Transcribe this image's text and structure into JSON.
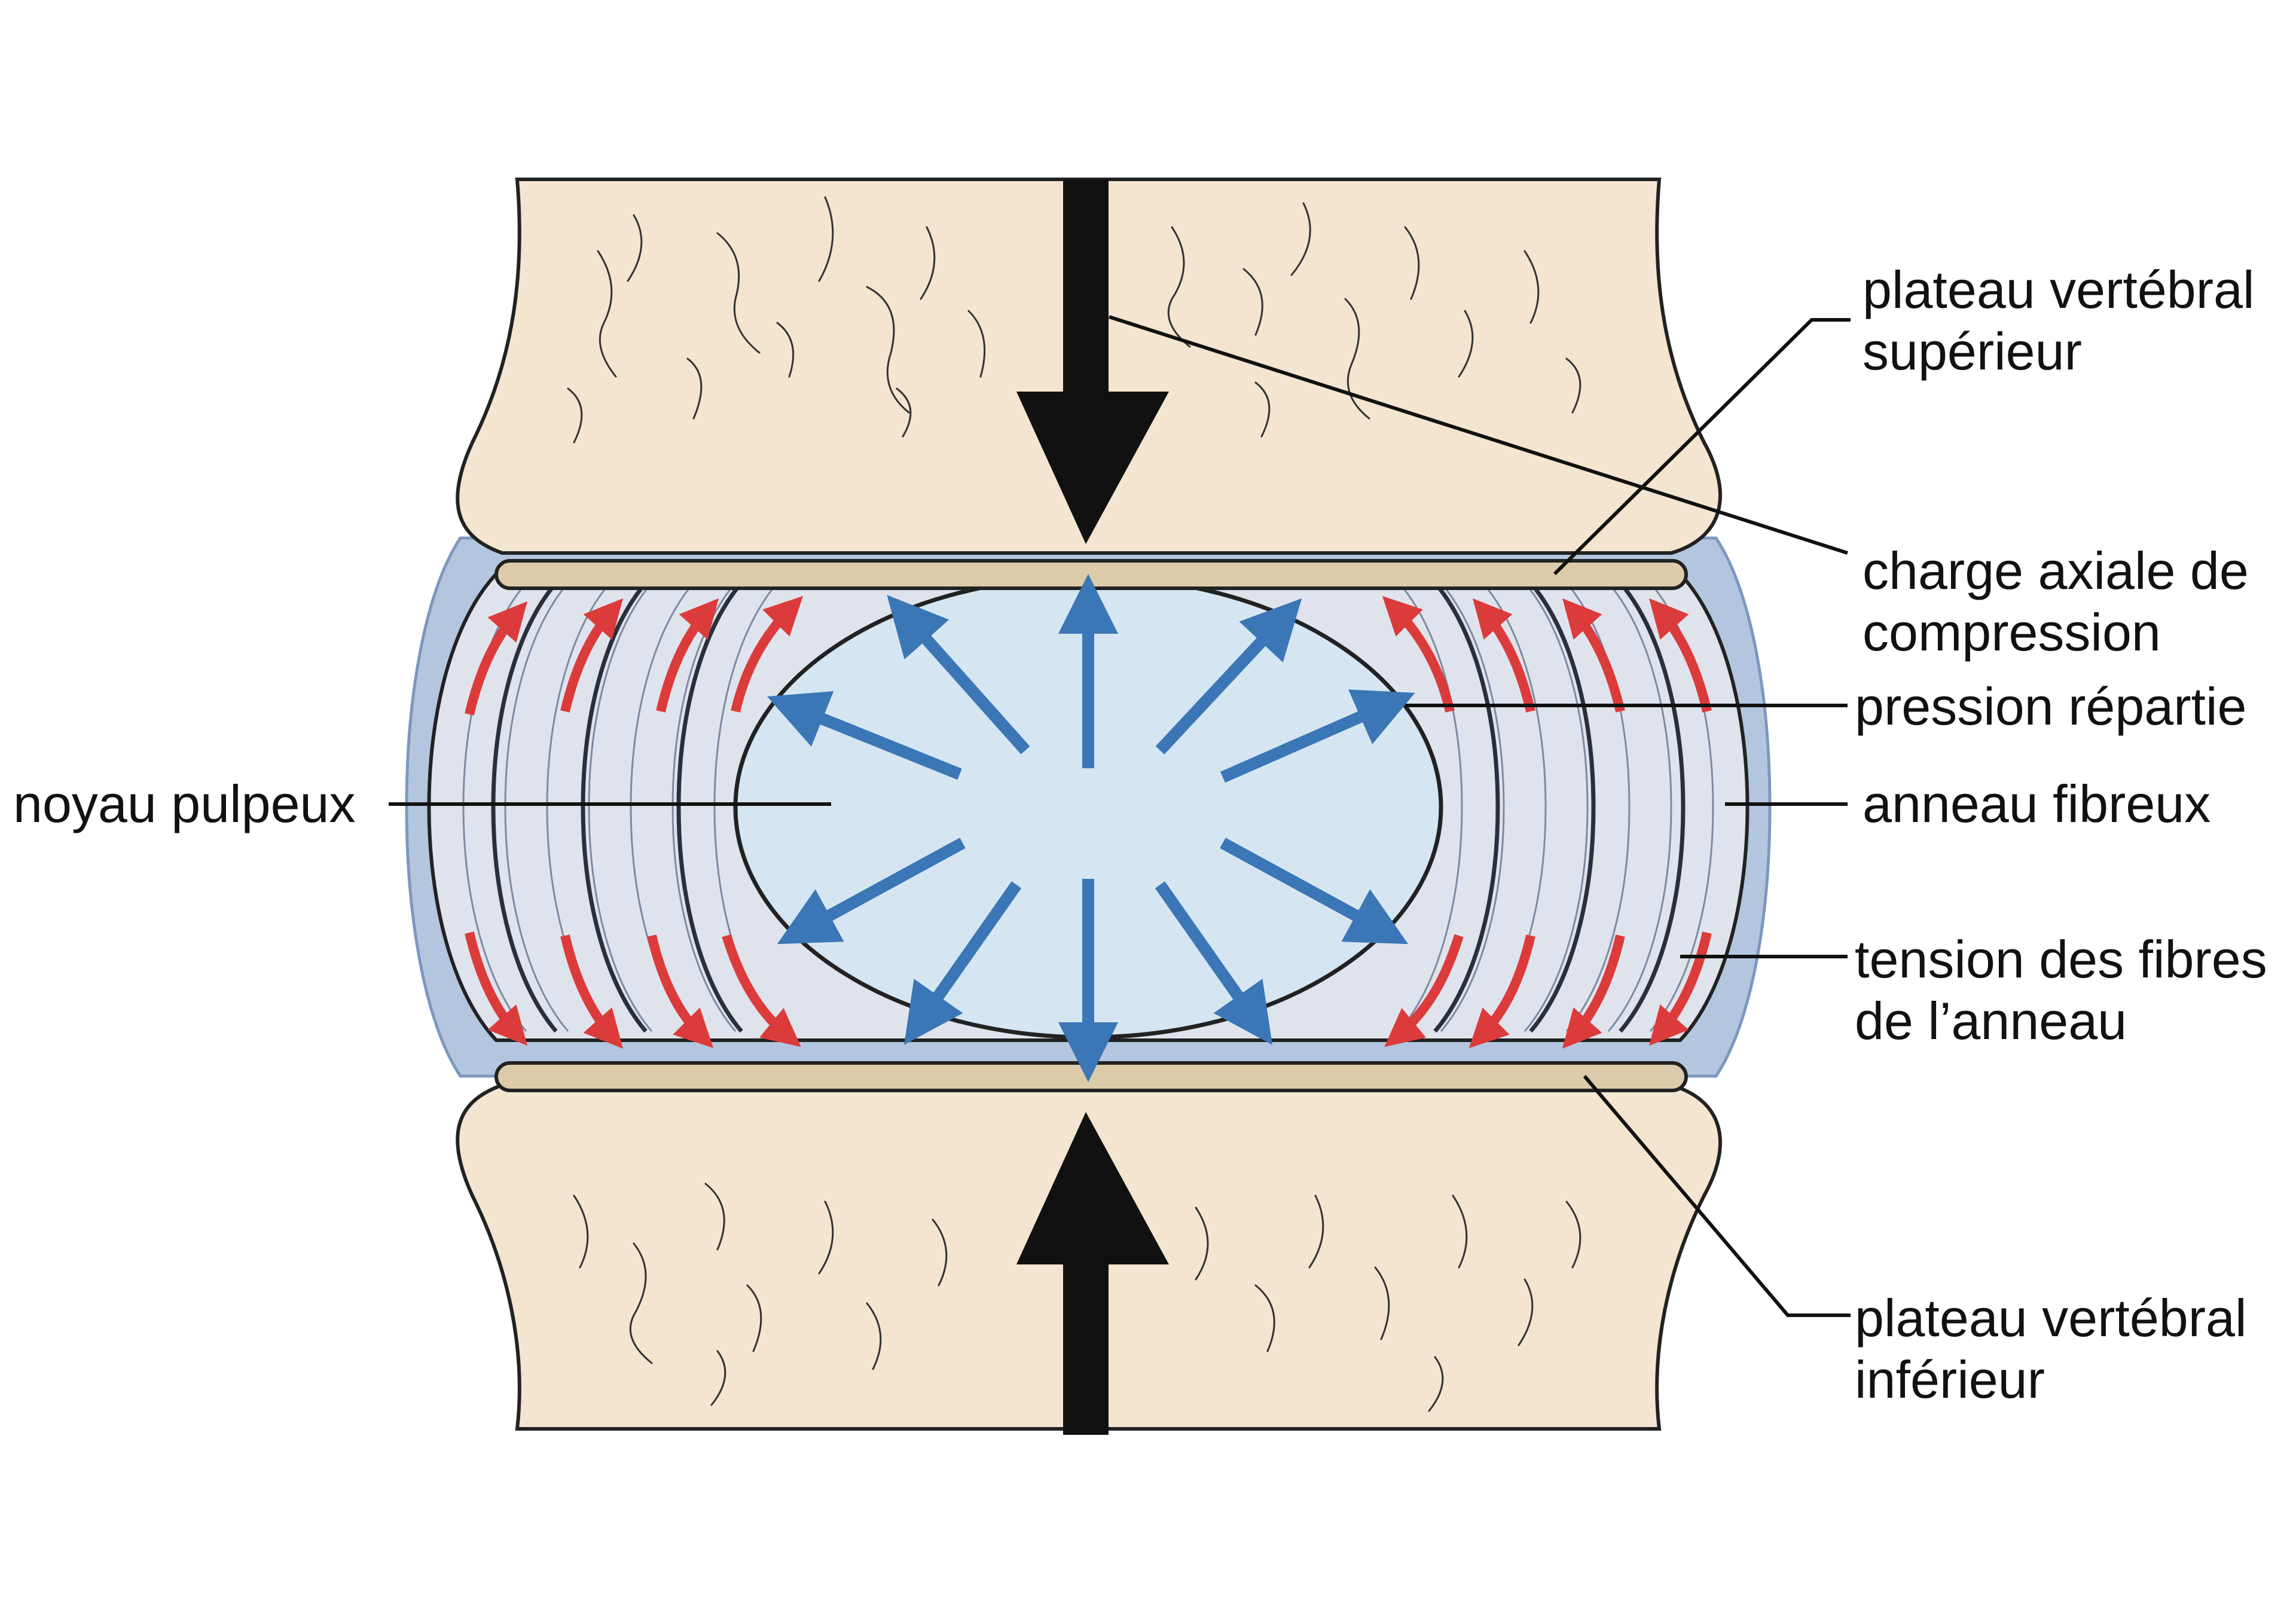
{
  "labels": {
    "superior_endplate": [
      "plateau vertébral",
      "supérieur"
    ],
    "axial_load": [
      "charge axiale de",
      "compression"
    ],
    "distributed_pressure": [
      "pression répartie"
    ],
    "annulus": [
      "anneau fibreux"
    ],
    "fiber_tension": [
      "tension des fibres",
      "de l’anneau"
    ],
    "inferior_endplate": [
      "plateau vertébral",
      "inférieur"
    ],
    "nucleus": [
      "noyau pulpeux"
    ]
  },
  "colors": {
    "bone": "#f3e5d0",
    "endplate": "#dccbaa",
    "annulus": "#dfe4ec",
    "annulus_outer": "#b4c6df",
    "nucleus": "#d5e6f2",
    "pressure_arrow": "#3b76b6",
    "tension_arrow": "#dc3b3b",
    "load_arrow": "#111111"
  }
}
